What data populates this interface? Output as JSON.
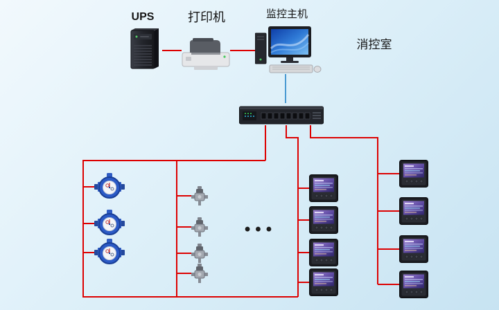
{
  "labels": {
    "ups": "UPS",
    "printer": "打印机",
    "host": "监控主机",
    "room": "消控室",
    "ellipsis": "•••"
  },
  "colors": {
    "background_top": "#f2f9fd",
    "background_bottom": "#c7e3f2",
    "line_red": "#dd0000",
    "line_blue": "#4a9ad2",
    "water_meter_blue": "#2b5ac6",
    "meter_screen_purple": "#5c48a0"
  },
  "devices": {
    "ups_tower": 1,
    "printer": 1,
    "monitoring_host": 1,
    "data_collector_switch": 1,
    "water_meters": 3,
    "valve_sensors": 4,
    "power_meters_inner_column": 4,
    "power_meters_outer_column": 4
  }
}
